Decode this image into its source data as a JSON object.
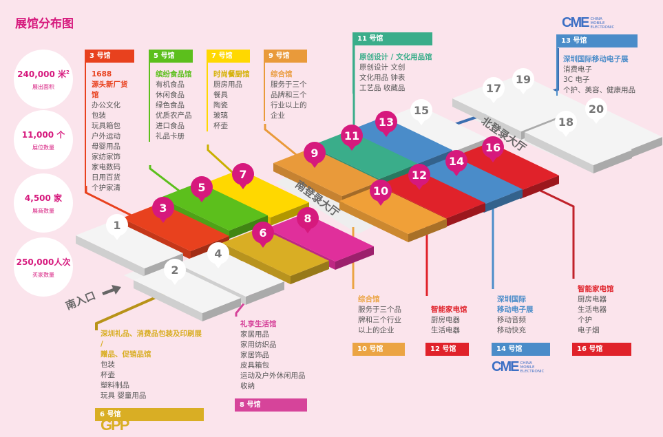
{
  "title": "展馆分布图",
  "stats": [
    {
      "value": "240,000 米",
      "sup": "2",
      "label": "展出面积"
    },
    {
      "value": "11,000 个",
      "label": "展位数量"
    },
    {
      "value": "4,500 家",
      "label": "展商数量"
    },
    {
      "value": "250,000人次",
      "label": "买家数量"
    }
  ],
  "halls": [
    {
      "no": "1",
      "color": "#f4f4f4"
    },
    {
      "no": "2",
      "color": "#f4f4f4"
    },
    {
      "no": "3",
      "color": "#e8411e"
    },
    {
      "no": "4",
      "color": "#f4f4f4"
    },
    {
      "no": "5",
      "color": "#5cbf1c"
    },
    {
      "no": "6",
      "color": "#d9ae24"
    },
    {
      "no": "7",
      "color": "#ffd800"
    },
    {
      "no": "8",
      "color": "#e02f9b"
    },
    {
      "no": "9",
      "color": "#e99a3a"
    },
    {
      "no": "10",
      "color": "#f0a038"
    },
    {
      "no": "11",
      "color": "#3aad8a"
    },
    {
      "no": "12",
      "color": "#e0222a"
    },
    {
      "no": "13",
      "color": "#4a8cc9"
    },
    {
      "no": "14",
      "color": "#4a8cc9"
    },
    {
      "no": "15",
      "color": "#f4f4f4"
    },
    {
      "no": "16",
      "color": "#e0222a"
    },
    {
      "no": "17",
      "color": "#f4f4f4"
    },
    {
      "no": "18",
      "color": "#f4f4f4"
    },
    {
      "no": "19",
      "color": "#f4f4f4"
    },
    {
      "no": "20",
      "color": "#f4f4f4"
    }
  ],
  "map_labels": {
    "south_lobby": "南登录大厅",
    "north_lobby": "北登录大厅",
    "south_entrance": "南入口"
  },
  "panels": {
    "h3": {
      "header": "3 号馆",
      "subtitle": [
        "1688",
        "源头新厂货馆"
      ],
      "items": [
        "办公文化",
        "包装",
        "玩具箱包",
        "户外运动",
        "母婴用品",
        "家纺家饰",
        "家电数码",
        "日用百货",
        "个护家清"
      ],
      "color": "#e8411e"
    },
    "h5": {
      "header": "5 号馆",
      "subtitle": [
        "缤纷食品馆"
      ],
      "items": [
        "有机食品",
        "休闲食品",
        "绿色食品",
        "优质农产品",
        "进口食品",
        "礼品卡册"
      ],
      "color": "#5cbf1c"
    },
    "h7": {
      "header": "7 号馆",
      "subtitle": [
        "时尚餐厨馆"
      ],
      "items": [
        "厨房用品",
        "餐具",
        "陶瓷",
        "玻璃",
        "杯壶"
      ],
      "color": "#ffd800"
    },
    "h9": {
      "header": "9 号馆",
      "subtitle": [
        "综合馆"
      ],
      "items": [
        "服务于三个",
        "品牌和三个",
        "行业以上的",
        "企业"
      ],
      "color": "#e99a3a"
    },
    "h11": {
      "header": "11 号馆",
      "subtitle": [
        "原创设计 / 文化用品馆"
      ],
      "items": [
        "原创设计  文创",
        "文化用品  钟表",
        "工艺品  收藏品"
      ],
      "color": "#3aad8a"
    },
    "h13": {
      "header": "13 号馆",
      "subtitle": [
        "深圳国际移动电子展"
      ],
      "items": [
        "消费电子",
        "3C 电子",
        "个护、美容、健康用品"
      ],
      "color": "#4a8cc9"
    },
    "h6": {
      "header": "6 号馆",
      "subtitle": [
        "深圳礼品、消费品包装及印刷展 /",
        "赠品、促销品馆"
      ],
      "items": [
        "包装",
        "杯壶",
        "塑料制品",
        "玩具  婴童用品"
      ],
      "color": "#d9ae24"
    },
    "h8": {
      "header": "8 号馆",
      "subtitle": [
        "礼享生活馆"
      ],
      "items": [
        "家居用品",
        "家用纺织品",
        "家居饰品",
        "皮具箱包",
        "运动及户外休闲用品",
        "收纳"
      ],
      "color": "#d6449a"
    },
    "h10": {
      "header": "10 号馆",
      "subtitle": [
        "综合馆"
      ],
      "items": [
        "服务于三个品",
        "牌和三个行业",
        "以上的企业"
      ],
      "color": "#eba443"
    },
    "h12": {
      "header": "12 号馆",
      "subtitle": [
        "智能家电馆"
      ],
      "items": [
        "厨房电器",
        "生活电器"
      ],
      "color": "#e0222a"
    },
    "h14": {
      "header": "14 号馆",
      "subtitle": [
        "深圳国际",
        "移动电子展"
      ],
      "items": [
        "移动音频",
        "移动快充"
      ],
      "color": "#4a8cc9"
    },
    "h16": {
      "header": "16 号馆",
      "subtitle": [
        "智能家电馆"
      ],
      "items": [
        "厨房电器",
        "生活电器",
        "个护",
        "电子烟"
      ],
      "color": "#e0222a"
    }
  },
  "logos": {
    "cme": {
      "mark": "CME",
      "text": [
        "CHINA",
        "MOBILE",
        "ELECTRONIC"
      ]
    },
    "gpp": "GPP"
  },
  "pin_color": "#d6197d"
}
